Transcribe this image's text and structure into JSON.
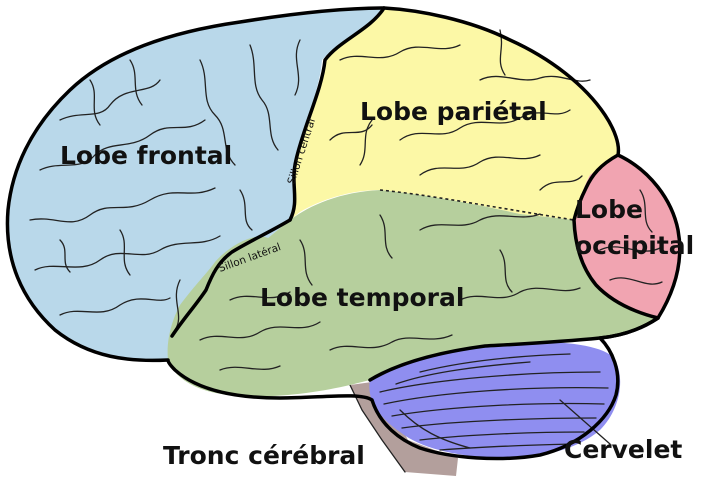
{
  "labels": {
    "frontal": "Lobe frontal",
    "parietal": "Lobe pariétal",
    "occipital_line1": "Lobe",
    "occipital_line2": "occipital",
    "temporal": "Lobe temporal",
    "brainstem": "Tronc cérébral",
    "cerebellum": "Cervelet",
    "central_sulcus": "Sillon central",
    "lateral_sulcus": "Sillon latéral"
  },
  "colors": {
    "frontal": "#b9d8ea",
    "parietal": "#fcf8a6",
    "occipital": "#f1a4b1",
    "temporal": "#b6cf9d",
    "cerebellum": "#8f8ef0",
    "brainstem": "#b39f9c"
  }
}
